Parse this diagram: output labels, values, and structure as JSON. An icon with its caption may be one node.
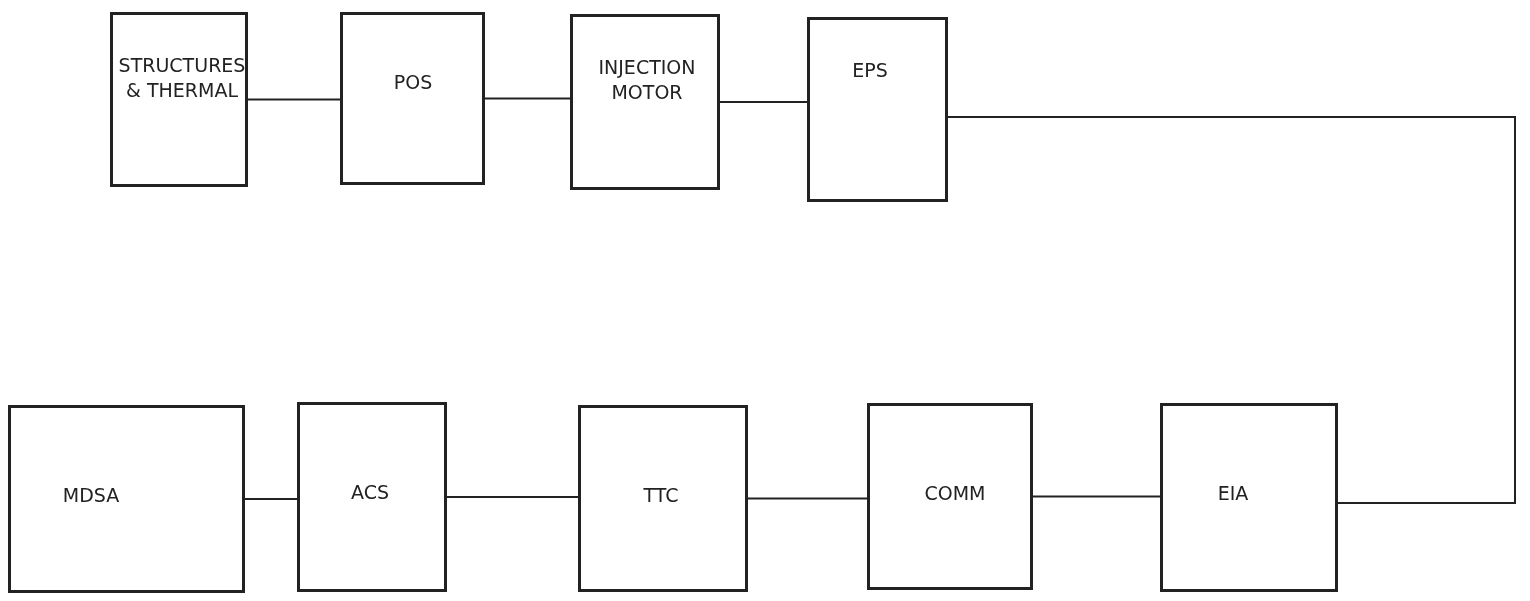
{
  "diagram": {
    "nodes": [
      {
        "text": [
          "STRUCTURES & THERMAL"
        ]
      },
      {
        "text": [
          "POS"
        ]
      },
      {
        "text": [
          "INJECTION MOTOR"
        ]
      },
      {
        "text": [
          "EPS"
        ]
      },
      {
        "text": [
          "MDSA"
        ]
      },
      {
        "text": [
          "ACS"
        ]
      },
      {
        "text": [
          "TTC"
        ]
      },
      {
        "text": [
          "COMM"
        ]
      },
      {
        "text": [
          "EIA"
        ]
      }
    ],
    "edges": [
      {
        "from": 0,
        "to": 1,
        "arrow": "none"
      },
      {
        "from": 1,
        "to": 2,
        "arrow": "none"
      },
      {
        "from": 2,
        "to": 3,
        "arrow": "none"
      },
      {
        "from": 3,
        "to": 8,
        "arrow": "none"
      },
      {
        "from": 8,
        "to": 7,
        "arrow": "none"
      },
      {
        "from": 7,
        "to": 6,
        "arrow": "none"
      },
      {
        "from": 6,
        "to": 5,
        "arrow": "none"
      },
      {
        "from": 5,
        "to": 4,
        "arrow": "none"
      }
    ]
  }
}
